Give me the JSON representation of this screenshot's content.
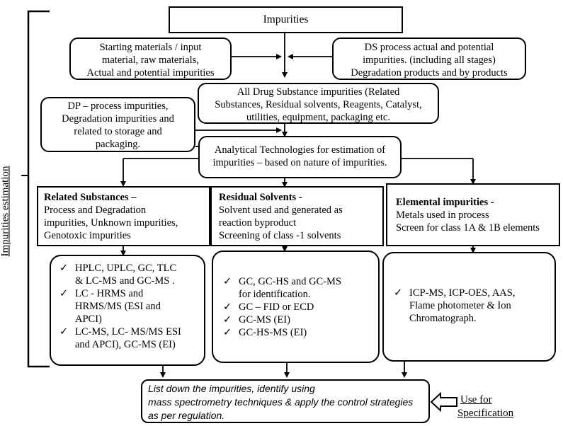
{
  "side_label": "Impurities estimation",
  "top": {
    "title": "Impurities"
  },
  "left_input": [
    "Starting materials / input",
    "material, raw materials,",
    "Actual and potential impurities"
  ],
  "right_input": [
    "DS process actual and potential",
    "impurities. (including all stages)",
    "Degradation products and by products"
  ],
  "dp_box": [
    "DP – process impurities,",
    "Degradation impurities and",
    "related to storage and",
    "packaging."
  ],
  "ds_box": [
    "All Drug Substance impurities (Related",
    "Substances, Residual solvents, Reagents, Catalyst,",
    "utilities, equipment, packaging etc."
  ],
  "analytical": [
    "Analytical Technologies for estimation of",
    "impurities – based on nature of impurities."
  ],
  "categories": [
    {
      "title": "Related Substances –",
      "lines": [
        "Process and Degradation",
        "impurities, Unknown impurities,",
        "Genotoxic impurities"
      ]
    },
    {
      "title": "Residual Solvents -",
      "lines": [
        "Solvent used and generated as",
        "reaction byproduct",
        "Screening of class -1 solvents"
      ]
    },
    {
      "title": "Elemental impurities -",
      "lines": [
        "Metals used in process",
        "Screen for class 1A & 1B elements"
      ]
    }
  ],
  "techniques": [
    {
      "items": [
        [
          "HPLC, UPLC, GC, TLC",
          "& LC-MS and GC-MS ."
        ],
        [
          "LC  -  HRMS  and",
          "HRMS/MS (ESI and",
          "APCI)"
        ],
        [
          "LC-MS, LC- MS/MS ESI",
          "and APCI), GC-MS (EI)"
        ]
      ]
    },
    {
      "items": [
        [
          "GC, GC-HS and GC-MS",
          "for identification."
        ],
        [
          "GC – FID or ECD"
        ],
        [
          "GC-MS (EI)"
        ],
        [
          "GC-HS-MS (EI)"
        ]
      ]
    },
    {
      "items": [
        [
          "ICP-MS, ICP-OES, AAS,",
          "Flame photometer & Ion",
          "Chromatograph."
        ]
      ]
    }
  ],
  "check_glyph": "✓",
  "bottom": [
    "List down the impurities, identify using",
    "mass spectrometry techniques & apply the control strategies",
    "as per regulation."
  ],
  "use_for": [
    "Use for",
    "Specification"
  ]
}
